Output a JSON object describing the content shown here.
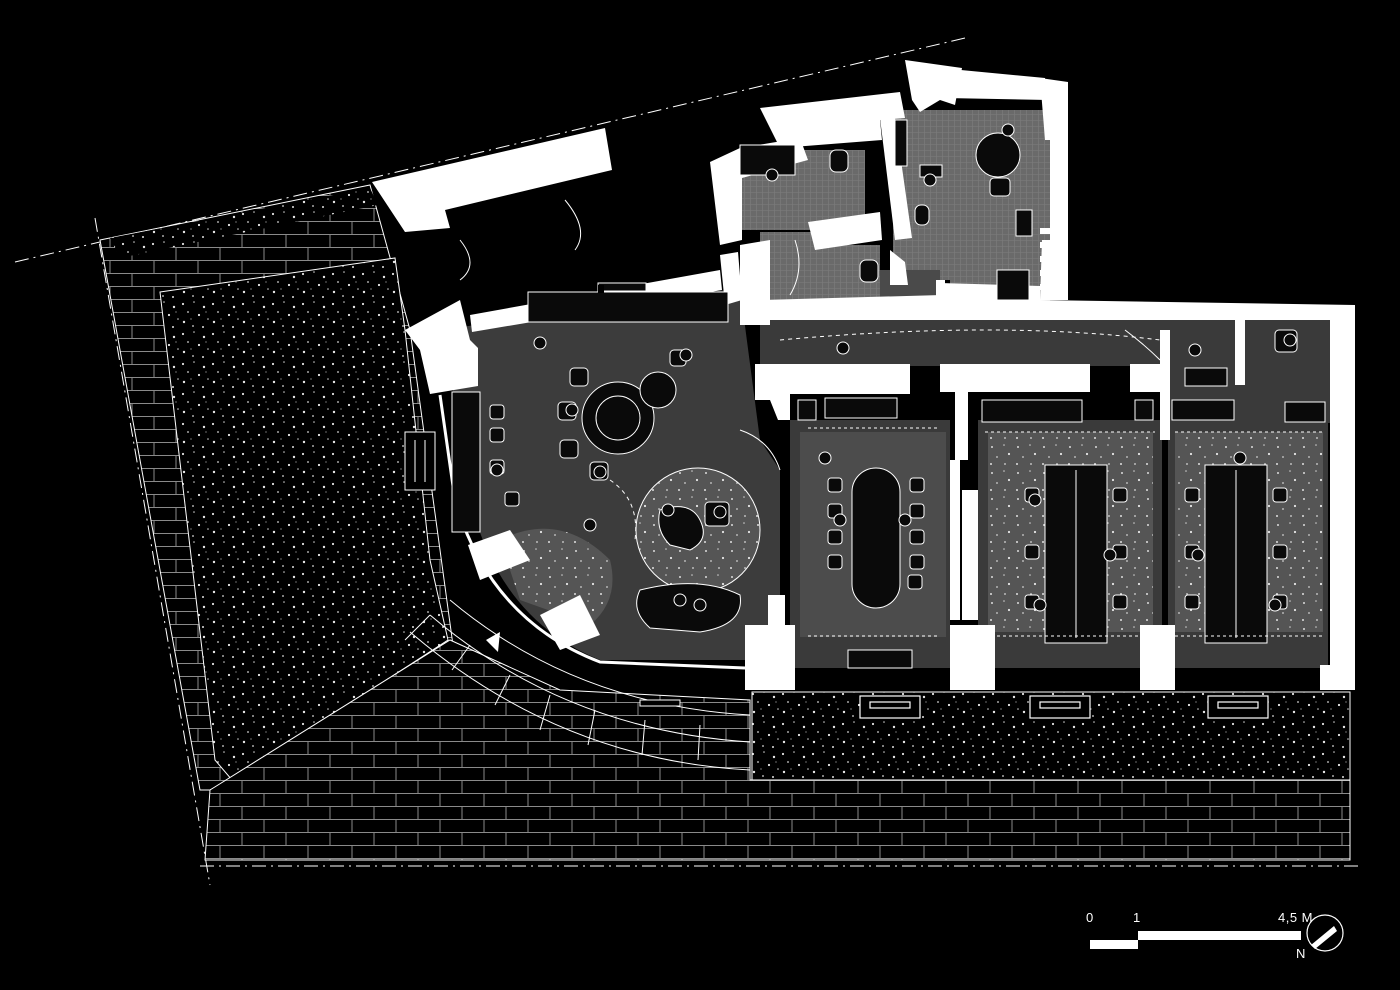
{
  "colors": {
    "background": "#000000",
    "wall": "#ffffff",
    "floor": "#3a3a3a",
    "floor_light": "#5a5a5a",
    "paving_line": "#8a8a8a",
    "gravel_dot": "#dcdcdc",
    "furniture": "#0a0a0a",
    "line": "#ffffff"
  },
  "north_arrow": {
    "label": "N",
    "icon": "north-arrow-icon"
  },
  "scale_bar": {
    "tick_0": "0",
    "tick_1": "1",
    "tick_end": "4,5 M"
  }
}
